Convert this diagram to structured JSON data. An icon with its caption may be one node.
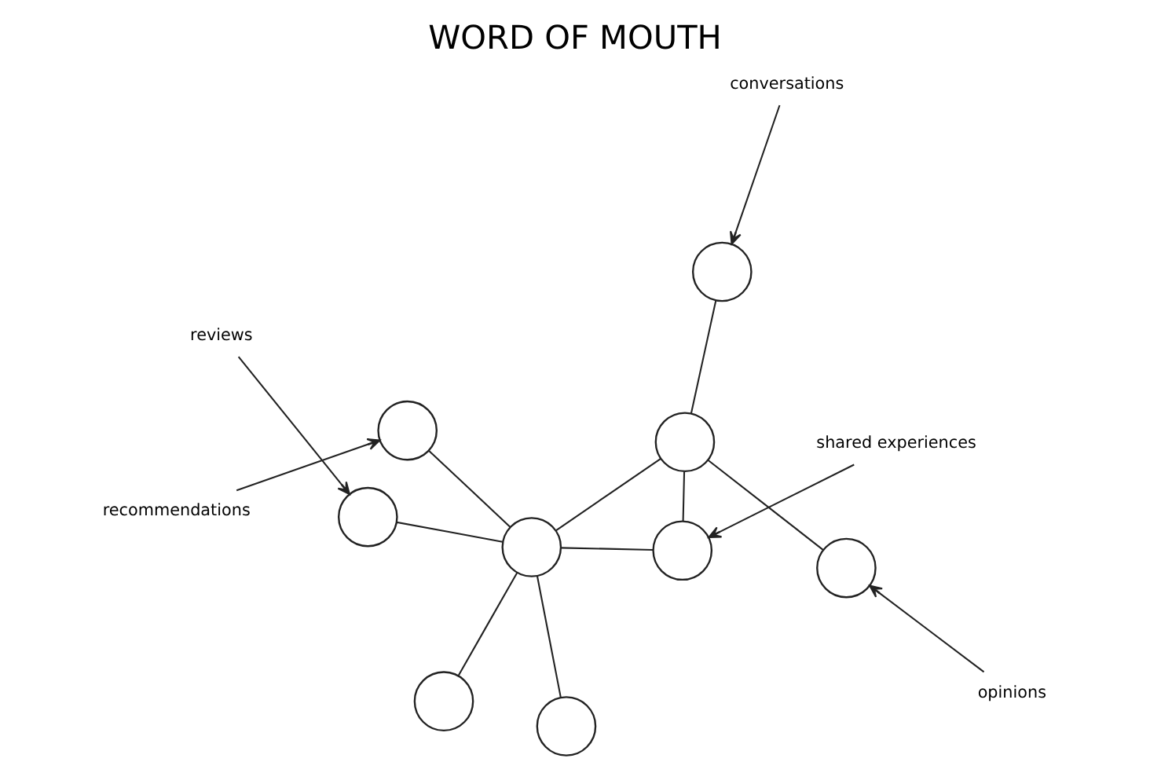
{
  "diagram": {
    "title": "WORD OF MOUTH",
    "nodes": [
      {
        "text": [
          "recommendations"
        ]
      },
      {
        "text": [],
        "shape": "circle"
      },
      {
        "text": [],
        "shape": "circle"
      },
      {
        "text": [
          "conversations"
        ]
      },
      {
        "text": [],
        "shape": "circle"
      },
      {
        "text": [
          "reviews"
        ]
      },
      {
        "text": [],
        "shape": "circle"
      },
      {
        "text": [],
        "shape": "circle"
      },
      {
        "text": [],
        "shape": "circle"
      },
      {
        "text": [
          "opinions"
        ]
      },
      {
        "text": [],
        "shape": "circle"
      },
      {
        "text": [],
        "shape": "circle"
      },
      {
        "text": [],
        "shape": "circle"
      },
      {
        "text": [
          "shared experiences"
        ]
      }
    ],
    "edges": [
      {
        "from": 1,
        "to": 7,
        "arrow": "none"
      },
      {
        "from": 2,
        "to": 7,
        "arrow": "none"
      },
      {
        "from": 6,
        "to": 7,
        "arrow": "none"
      },
      {
        "from": 7,
        "to": 11,
        "arrow": "none"
      },
      {
        "from": 7,
        "to": 12,
        "arrow": "none"
      },
      {
        "from": 7,
        "to": 8,
        "arrow": "none"
      },
      {
        "from": 8,
        "to": 4,
        "arrow": "none"
      },
      {
        "from": 8,
        "to": 10,
        "arrow": "none"
      },
      {
        "from": 8,
        "to": 12,
        "arrow": "none"
      },
      {
        "from": 0,
        "to": 1,
        "arrow": "to"
      },
      {
        "from": 5,
        "to": 6,
        "arrow": "to"
      },
      {
        "from": 3,
        "to": 4,
        "arrow": "to"
      },
      {
        "from": 9,
        "to": 10,
        "arrow": "to"
      },
      {
        "from": 13,
        "to": 12,
        "arrow": "to"
      }
    ]
  }
}
